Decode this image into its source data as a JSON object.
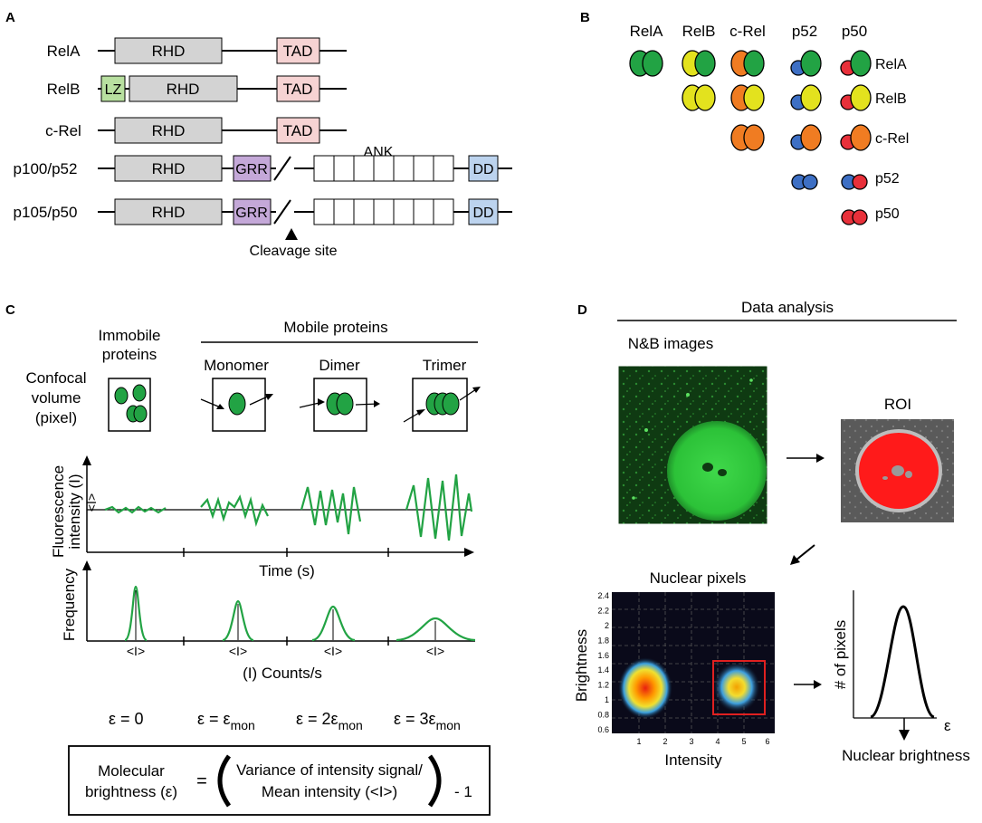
{
  "panel_a": {
    "letter": "A",
    "proteins": [
      {
        "name": "RelA"
      },
      {
        "name": "RelB"
      },
      {
        "name": "c-Rel"
      },
      {
        "name": "p100/p52"
      },
      {
        "name": "p105/p50"
      }
    ],
    "domains": {
      "rhd": "RHD",
      "tad": "TAD",
      "lz": "LZ",
      "grr": "GRR",
      "dd": "DD"
    },
    "ank_label": "ANK",
    "cleavage_label": "Cleavage site",
    "colors": {
      "rhd": "#d3d3d3",
      "tad": "#f6d3d3",
      "lz": "#b8e0a0",
      "grr": "#c4a8d8",
      "dd": "#bcd3ee"
    }
  },
  "panel_b": {
    "letter": "B",
    "columns": [
      "RelA",
      "RelB",
      "c-Rel",
      "p52",
      "p50"
    ],
    "rows": [
      "RelA",
      "RelB",
      "c-Rel",
      "p52",
      "p50"
    ],
    "colors": {
      "RelA": "#22a344",
      "RelB": "#e3e21e",
      "c-Rel": "#f07c22",
      "p52": "#3d6fc4",
      "p50": "#e8303a"
    }
  },
  "panel_c": {
    "letter": "C",
    "mobile_header": "Mobile proteins",
    "immobile_label": [
      "Immobile",
      "proteins"
    ],
    "confocal_label": [
      "Confocal",
      "volume",
      "(pixel)"
    ],
    "states": [
      "Monomer",
      "Dimer",
      "Trimer"
    ],
    "ylabel_intensity": [
      "Fluorescence",
      "intensity (I)"
    ],
    "mean_marker": "<I>",
    "xlabel_time": "Time (s)",
    "ylabel_frequency": "Frequency",
    "peak_labels": [
      "<I>",
      "<I>",
      "<I>",
      "<I>"
    ],
    "xlabel_counts": "(I) Counts/s",
    "epsilons": [
      {
        "main": "ε = 0",
        "sub": ""
      },
      {
        "main": "ε = ε",
        "sub": "mon"
      },
      {
        "main": "ε = 2ε",
        "sub": "mon"
      },
      {
        "main": "ε = 3ε",
        "sub": "mon"
      }
    ],
    "formula": {
      "lhs": [
        "Molecular",
        "brightness (ε)"
      ],
      "equals": "=",
      "rhs": [
        "Variance of intensity signal/",
        "Mean intensity (<I>)"
      ],
      "minus": "- 1"
    }
  },
  "panel_d": {
    "letter": "D",
    "header": "Data analysis",
    "nb_label": "N&B images",
    "roi_label": "ROI",
    "nuclear_pixels_label": "Nuclear pixels",
    "plot": {
      "ylabel": "Brightness",
      "xlabel": "Intensity",
      "yticks": [
        "2.4",
        "2.2",
        "2",
        "1.8",
        "1.6",
        "1.4",
        "1.2",
        "1",
        "0.8",
        "0.6"
      ],
      "xticks": [
        "1",
        "2",
        "3",
        "4",
        "5",
        "6"
      ]
    },
    "hist": {
      "ylabel": "# of pixels",
      "xlabel": "ε",
      "result_label": "Nuclear brightness"
    }
  }
}
